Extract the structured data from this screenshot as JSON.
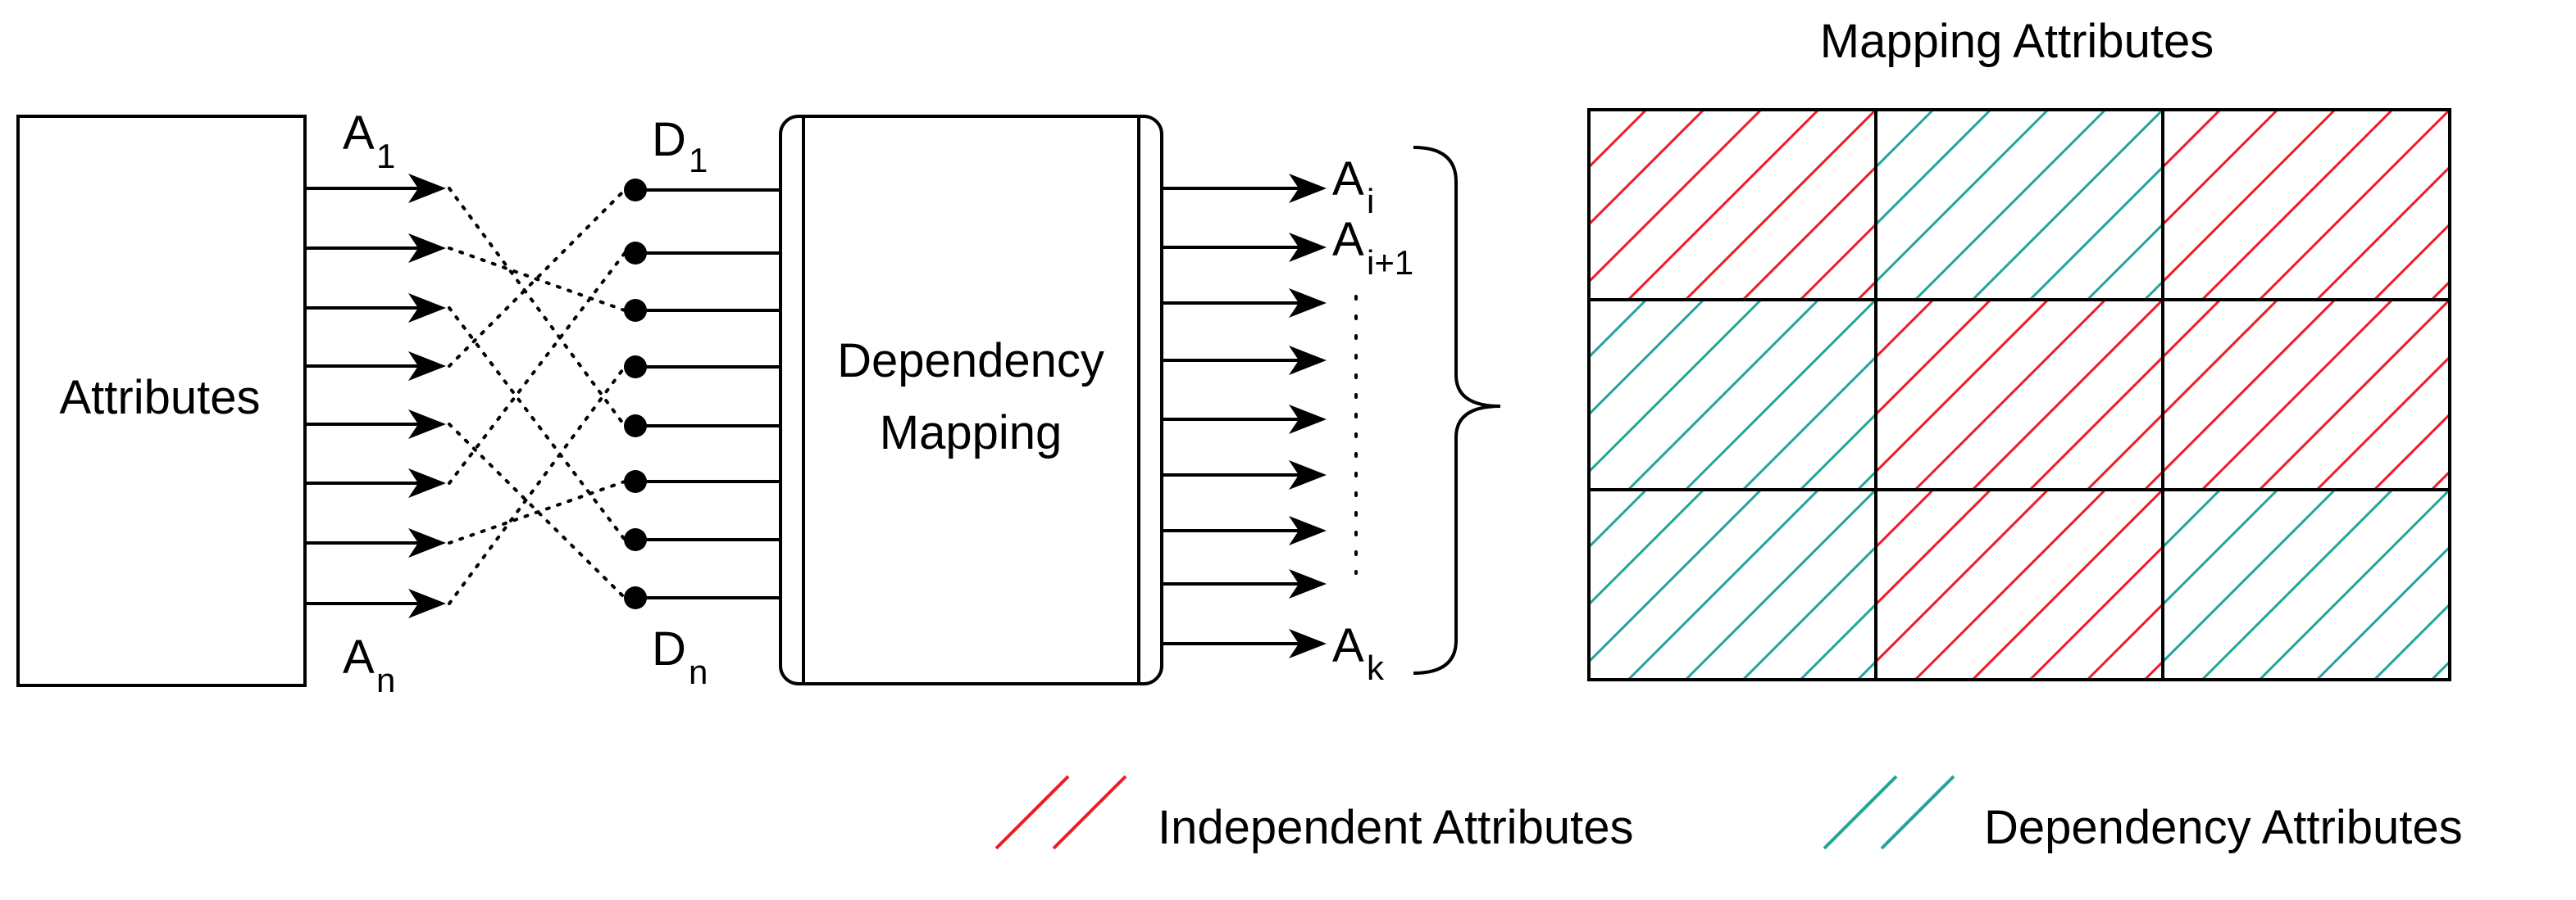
{
  "attributes_box": {
    "label": "Attributes"
  },
  "inputs": {
    "first_label": "A",
    "first_sub": "1",
    "last_label": "A",
    "last_sub": "n",
    "count": 8
  },
  "nodes": {
    "first_label": "D",
    "first_sub": "1",
    "last_label": "D",
    "last_sub": "n",
    "count": 8
  },
  "mapping_box": {
    "line1": "Dependency",
    "line2": "Mapping"
  },
  "outputs": {
    "labels": [
      {
        "main": "A",
        "sub": "i"
      },
      {
        "main": "A",
        "sub": "i+1"
      },
      {
        "main": "A",
        "sub": "k"
      }
    ],
    "count": 9
  },
  "grid": {
    "title": "Mapping Attributes",
    "rows": 3,
    "cols": 3,
    "cells": [
      [
        "independent",
        "dependency",
        "independent"
      ],
      [
        "dependency",
        "independent",
        "independent"
      ],
      [
        "dependency",
        "independent",
        "dependency"
      ]
    ]
  },
  "legend": {
    "items": [
      {
        "type": "independent",
        "label": "Independent Attributes"
      },
      {
        "type": "dependency",
        "label": "Dependency Attributes"
      }
    ]
  },
  "colors": {
    "independent": "#ee1c25",
    "dependency": "#23a59a",
    "line": "#000000"
  }
}
